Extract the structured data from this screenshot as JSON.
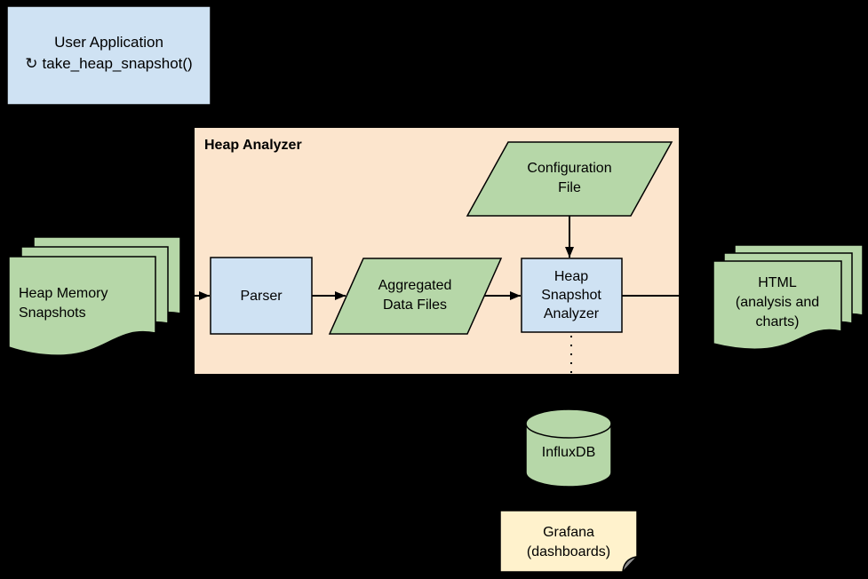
{
  "diagram": {
    "background_color": "#000000",
    "colors": {
      "box_blue": "#cfe2f3",
      "shape_green": "#b6d7a8",
      "container_orange": "#fce5cd",
      "note_yellow": "#fff2cc",
      "stroke": "#000000",
      "text": "#000000"
    },
    "nodes": {
      "user_application": {
        "title": "User Application",
        "refresh_icon": "↻",
        "method": "take_heap_snapshot()"
      },
      "heap_analyzer": {
        "label": "Heap Analyzer"
      },
      "heap_memory_snapshots": {
        "label": "Heap Memory\nSnapshots"
      },
      "parser": {
        "label": "Parser"
      },
      "aggregated_data_files": {
        "label": "Aggregated\nData Files"
      },
      "configuration_file": {
        "label": "Configuration\nFile"
      },
      "heap_snapshot_analyzer": {
        "label": "Heap\nSnapshot\nAnalyzer"
      },
      "html_output": {
        "label": "HTML\n(analysis and\ncharts)"
      },
      "influxdb": {
        "label": "InfluxDB"
      },
      "grafana": {
        "label": "Grafana\n(dashboards)"
      }
    },
    "edges": [
      {
        "from": "heap_memory_snapshots",
        "to": "parser",
        "style": "solid-arrow"
      },
      {
        "from": "parser",
        "to": "aggregated_data_files",
        "style": "solid-arrow"
      },
      {
        "from": "aggregated_data_files",
        "to": "heap_snapshot_analyzer",
        "style": "solid-arrow"
      },
      {
        "from": "configuration_file",
        "to": "heap_snapshot_analyzer",
        "style": "solid-arrow"
      },
      {
        "from": "heap_snapshot_analyzer",
        "to": "html_output",
        "style": "solid-arrow"
      },
      {
        "from": "heap_snapshot_analyzer",
        "to": "influxdb",
        "style": "dotted"
      }
    ]
  }
}
